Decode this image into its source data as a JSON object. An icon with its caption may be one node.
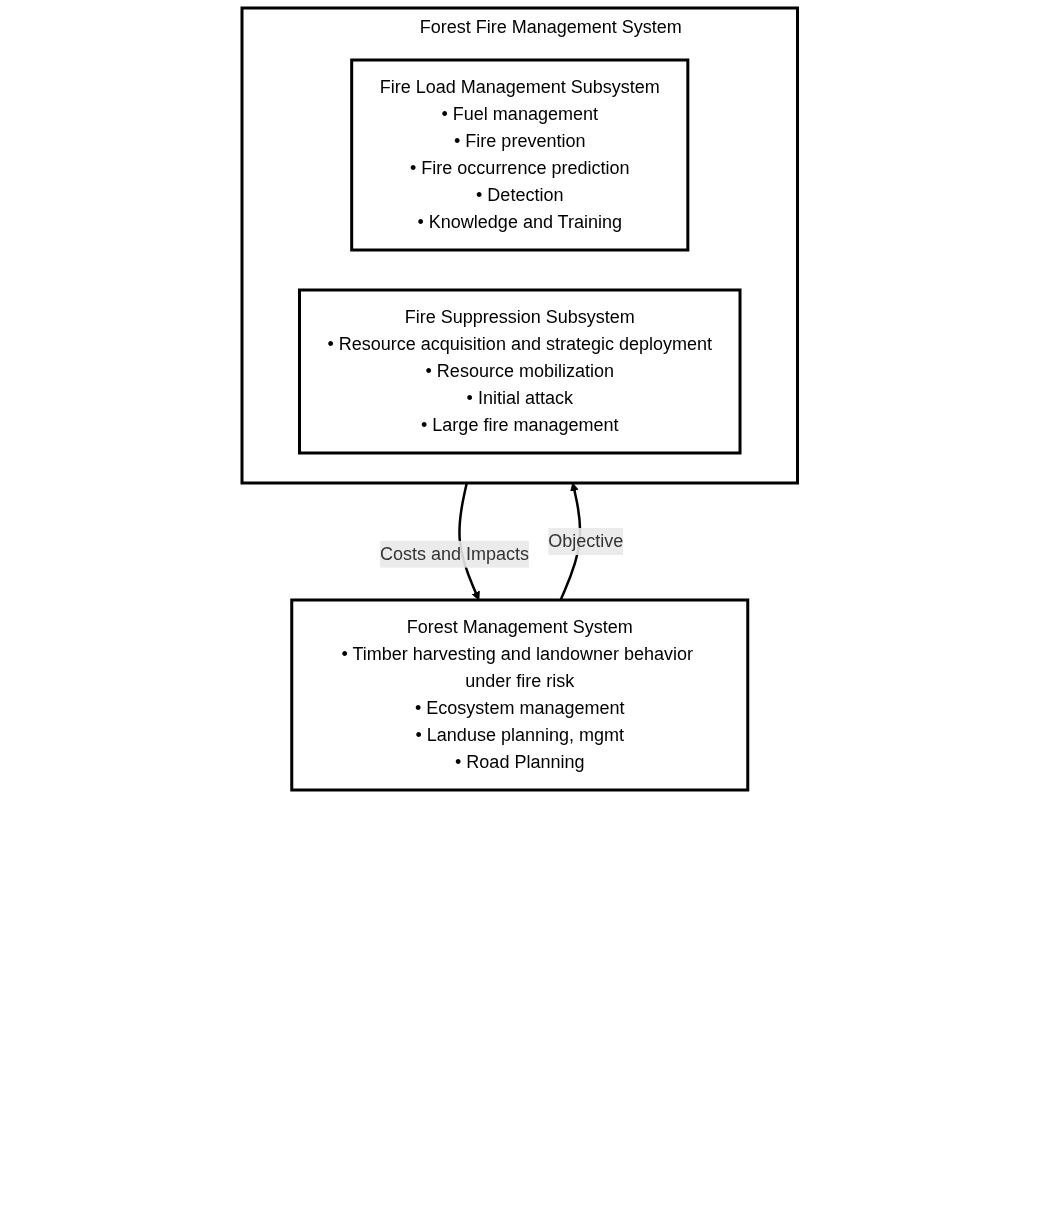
{
  "diagram": {
    "nodes": [
      {
        "text": [
          "Forest Fire Management System"
        ]
      },
      {
        "text": [
          "Fire Load Management Subsystem",
          "• Fuel management",
          "• Fire prevention",
          "• Fire occurrence prediction",
          "• Detection",
          "• Knowledge and Training"
        ],
        "in": 0
      },
      {
        "text": [
          "Fire Suppression Subsystem",
          "• Resource acquisition and strategic deployment",
          "• Resource mobilization",
          "• Initial attack",
          "• Large fire management"
        ],
        "in": 0
      },
      {
        "text": [
          "Forest Management System",
          "• Timber harvesting and landowner behavior under fire risk",
          "• Ecosystem management",
          "• Landuse planning, mgmt",
          "• Road Planning"
        ]
      }
    ],
    "edges": [
      {
        "from": 0,
        "to": 3,
        "label": "Costs and Impacts",
        "arrow": "to"
      },
      {
        "from": 3,
        "to": 0,
        "label": "Objective",
        "arrow": "to"
      }
    ]
  }
}
